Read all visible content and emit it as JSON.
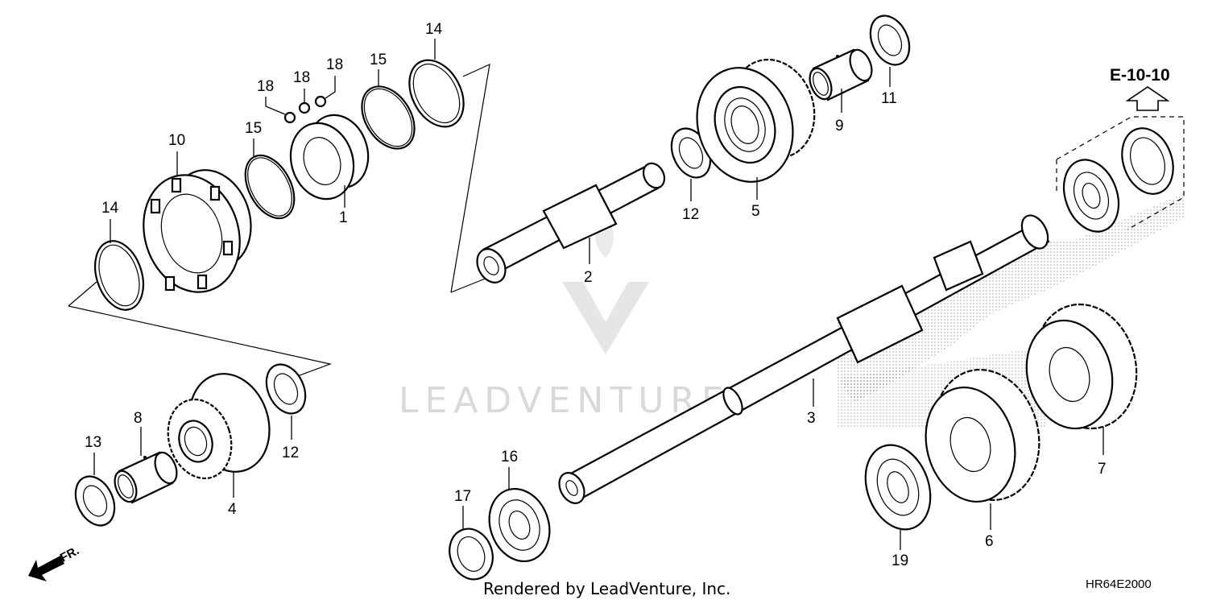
{
  "diagram": {
    "reference": "E-10-10",
    "drawing_code": "HR64E2000",
    "credit": "Rendered by LeadVenture, Inc.",
    "watermark": "LEADVENTURE",
    "direction_label": "FR.",
    "callouts": {
      "c1": "1",
      "c2": "2",
      "c3": "3",
      "c4": "4",
      "c5": "5",
      "c6": "6",
      "c7": "7",
      "c8": "8",
      "c9": "9",
      "c10": "10",
      "c11": "11",
      "c12a": "12",
      "c12b": "12",
      "c13": "13",
      "c14a": "14",
      "c14b": "14",
      "c15a": "15",
      "c15b": "15",
      "c16": "16",
      "c17": "17",
      "c18a": "18",
      "c18b": "18",
      "c18c": "18",
      "c19": "19"
    }
  }
}
